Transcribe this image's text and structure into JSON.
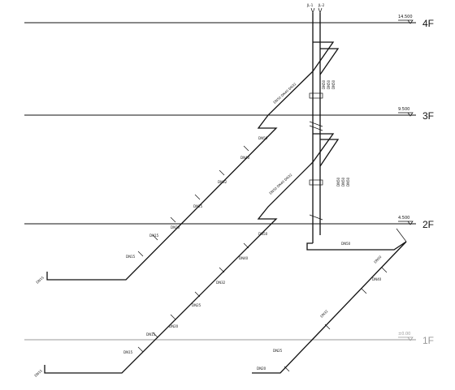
{
  "floors": [
    {
      "id": "4F",
      "label": "4F",
      "elevation": "14.500"
    },
    {
      "id": "3F",
      "label": "3F",
      "elevation": "9.500"
    },
    {
      "id": "2F",
      "label": "2F",
      "elevation": "4.500"
    },
    {
      "id": "1F",
      "label": "1F",
      "elevation": "±0.00"
    }
  ],
  "riser_tags": [
    "JL-1",
    "JL-2"
  ],
  "branch_specs": {
    "upper_main": "DN50 DN40 DN32",
    "lower_main": "DN50 DN40 DN32",
    "right_main": "DN50",
    "riser_text_upper": [
      "DN50",
      "DN50",
      "DN50"
    ],
    "riser_text_lower": [
      "DN50",
      "DN50",
      "DN50"
    ]
  },
  "pipe_tags": [
    "DN50",
    "DN40",
    "DN32",
    "DN25",
    "DN20",
    "DN15"
  ],
  "colors": {
    "line": "#111111",
    "background": "#ffffff",
    "floor_line_1f": "#999999"
  }
}
